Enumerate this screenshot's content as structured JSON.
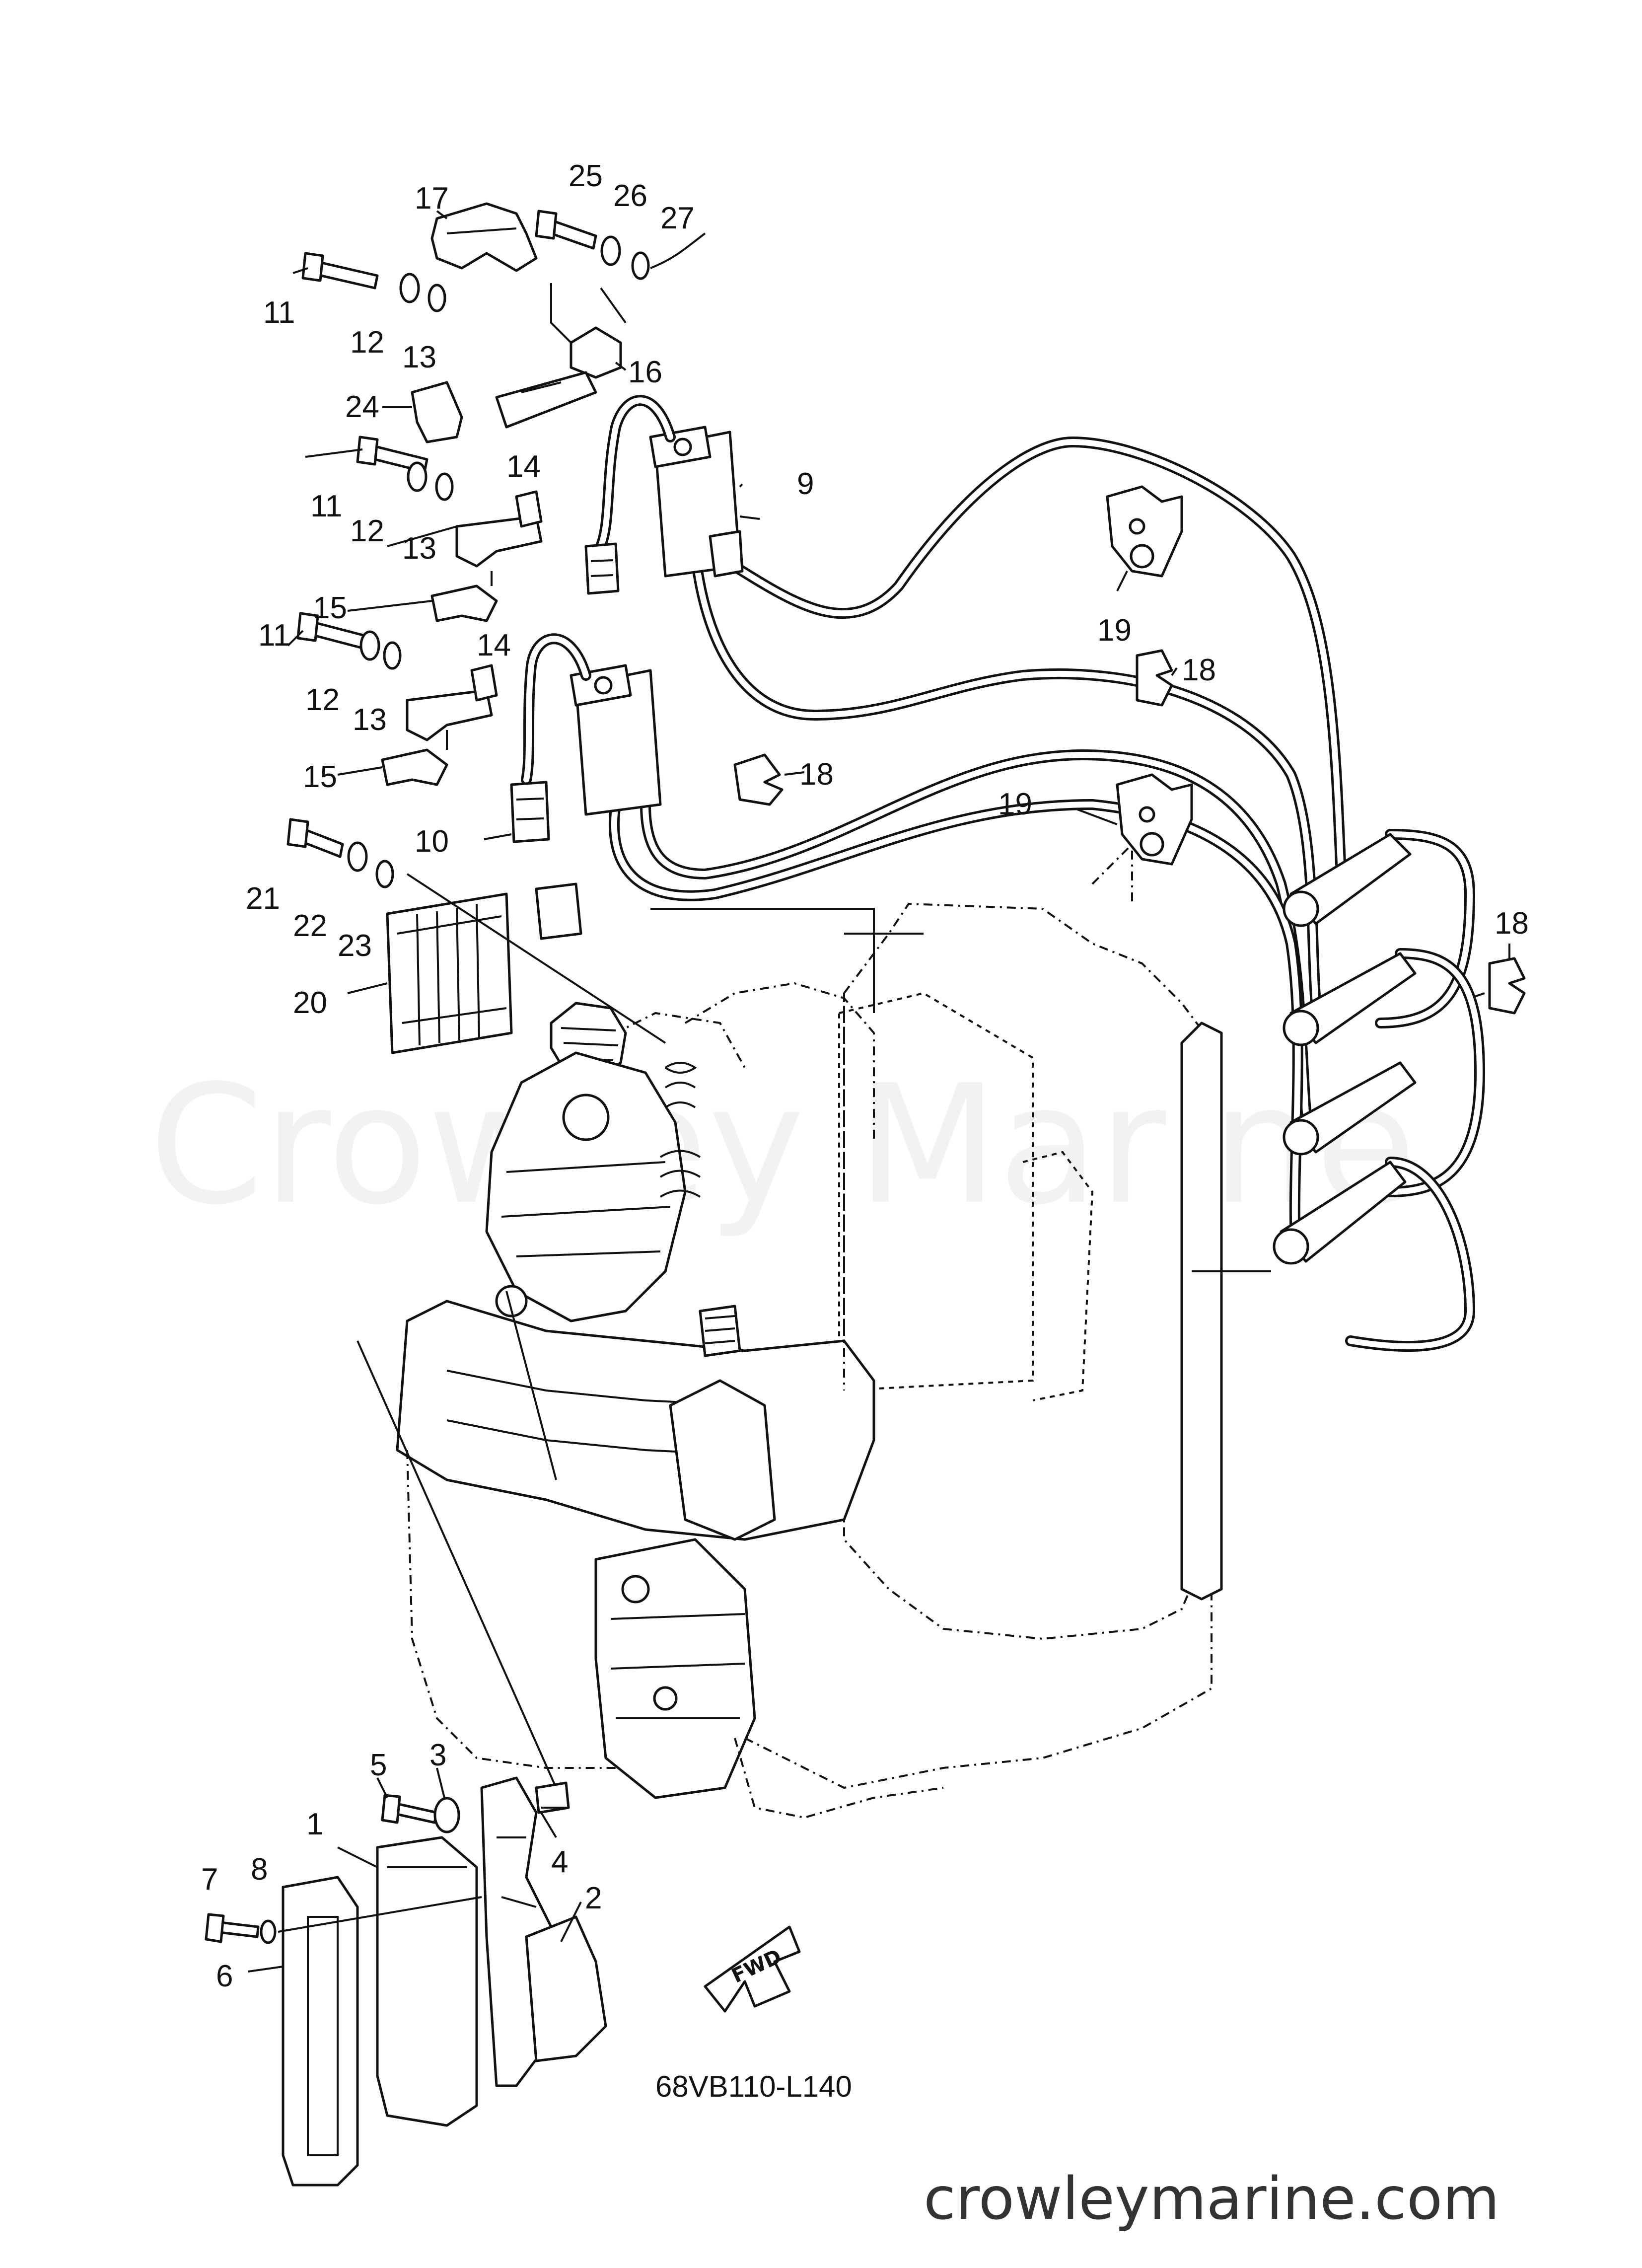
{
  "diagram": {
    "watermark": "Crowley Marine",
    "code": "68VB110-L140",
    "website": "crowleymarine.com",
    "fwd": "FWD",
    "callouts": [
      "1",
      "2",
      "3",
      "4",
      "5",
      "6",
      "7",
      "8",
      "9",
      "10",
      "11",
      "11",
      "11",
      "12",
      "12",
      "12",
      "13",
      "13",
      "13",
      "14",
      "14",
      "15",
      "15",
      "16",
      "17",
      "18",
      "18",
      "18",
      "19",
      "19",
      "20",
      "21",
      "22",
      "23",
      "24",
      "25",
      "26",
      "27"
    ]
  }
}
